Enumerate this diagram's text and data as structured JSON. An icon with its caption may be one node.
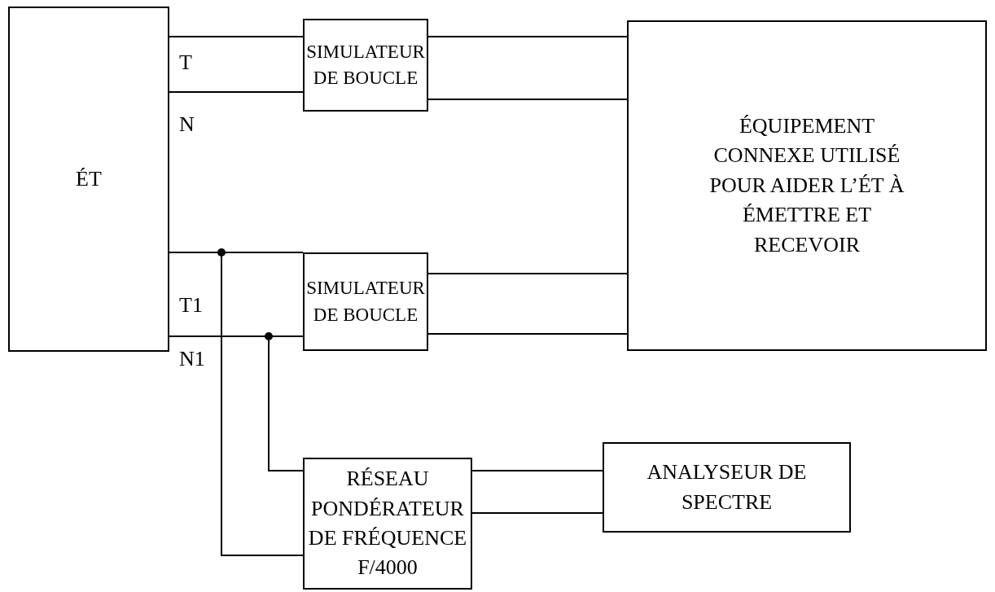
{
  "diagram": {
    "nodes": [
      {
        "text": [
          "ÉT"
        ]
      },
      {
        "text": [
          "SIMULATEUR DE BOUCLE"
        ]
      },
      {
        "text": [
          "ÉQUIPEMENT CONNEXE UTILISÉ POUR AIDER L’ÉT À ÉMETTRE ET RECEVOIR"
        ]
      },
      {
        "text": [
          "SIMULATEUR DE BOUCLE"
        ]
      },
      {
        "text": [
          "RÉSEAU PONDÉRATEUR DE FRÉQUENCE F/4000"
        ]
      },
      {
        "text": [
          "ANALYSEUR DE SPECTRE"
        ]
      }
    ],
    "edges": [
      {
        "from": 0,
        "to": 1,
        "arrow": "none",
        "label": "T"
      },
      {
        "from": 0,
        "to": 1,
        "arrow": "none",
        "label": "N"
      },
      {
        "from": 1,
        "to": 2,
        "arrow": "none"
      },
      {
        "from": 1,
        "to": 2,
        "arrow": "none"
      },
      {
        "from": 0,
        "to": 3,
        "arrow": "none",
        "label": "T1"
      },
      {
        "from": 0,
        "to": 3,
        "arrow": "none",
        "label": "N1"
      },
      {
        "from": 0,
        "to": 4,
        "arrow": "none"
      },
      {
        "from": 0,
        "to": 4,
        "arrow": "none"
      },
      {
        "from": 3,
        "to": 2,
        "arrow": "none"
      },
      {
        "from": 3,
        "to": 2,
        "arrow": "none"
      },
      {
        "from": 4,
        "to": 5,
        "arrow": "none"
      },
      {
        "from": 4,
        "to": 5,
        "arrow": "none"
      }
    ]
  }
}
